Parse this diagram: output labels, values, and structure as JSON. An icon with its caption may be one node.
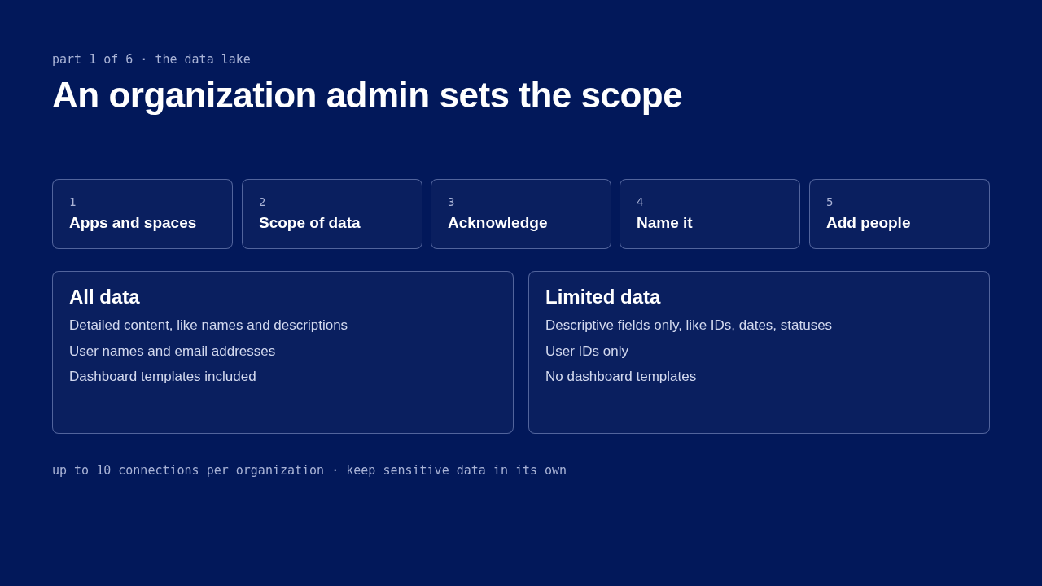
{
  "diagram": {
    "title": "An organization admin sets the scope",
    "nodes": [
      {
        "text": [
          "1",
          "Apps and spaces"
        ]
      },
      {
        "text": [
          "2",
          "Scope of data"
        ]
      },
      {
        "text": [
          "3",
          "Acknowledge"
        ]
      },
      {
        "text": [
          "4",
          "Name it"
        ]
      },
      {
        "text": [
          "5",
          "Add people"
        ]
      },
      {
        "text": [
          "All data",
          "Detailed content, like names and descriptions",
          "User names and email addresses",
          "Dashboard templates included"
        ]
      },
      {
        "text": [
          "Limited data",
          "Descriptive fields only, like IDs, dates, statuses",
          "User IDs only",
          "No dashboard templates"
        ]
      }
    ],
    "labels": [
      "part 1 of 6 · the data lake",
      "up to 10 connections per organization · keep sensitive data in its own"
    ]
  }
}
